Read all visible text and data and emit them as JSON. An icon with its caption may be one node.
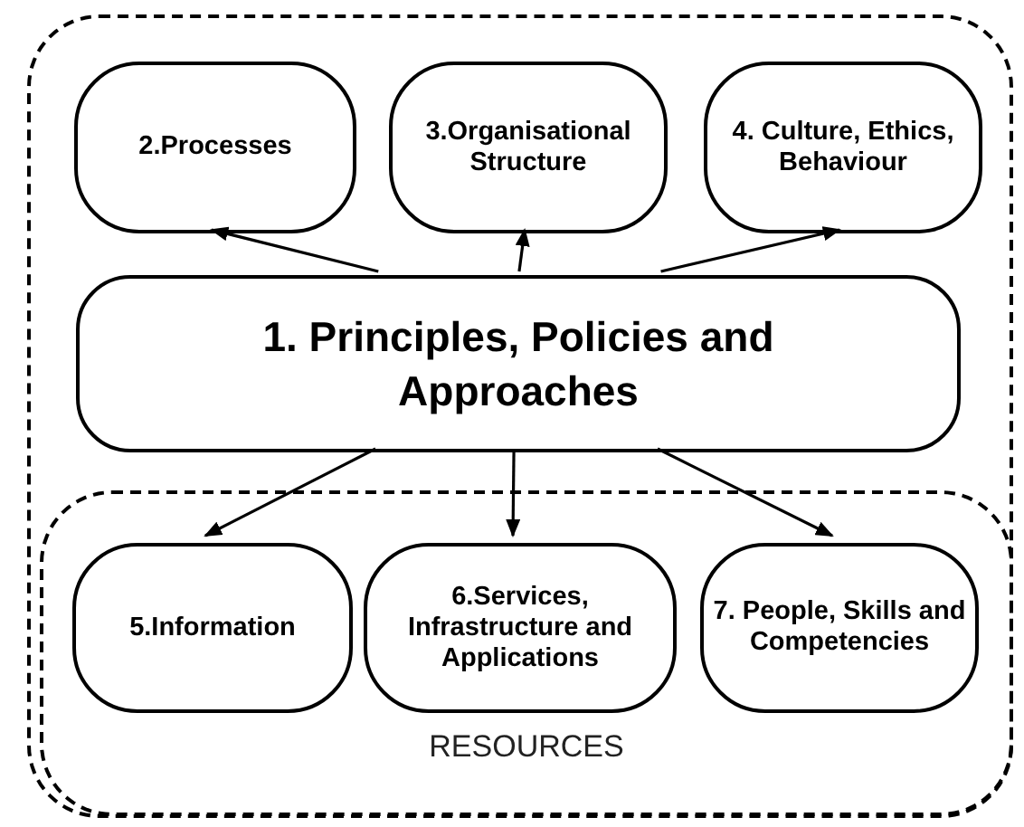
{
  "diagram": {
    "nodes": [
      {
        "text": [],
        "shape": "box"
      },
      {
        "text": [
          "2.Processes"
        ],
        "in": 0
      },
      {
        "text": [
          "3.Organisational Structure"
        ],
        "in": 0
      },
      {
        "text": [
          "4. Culture, Ethics, Behaviour"
        ],
        "in": 0
      },
      {
        "text": [
          "1. Principles, Policies and Approaches"
        ],
        "in": 0
      },
      {
        "text": [
          "RESOURCES"
        ],
        "in": 0
      },
      {
        "text": [
          "5.Information"
        ],
        "in": 5
      },
      {
        "text": [
          "6.Services, Infrastructure and Applications"
        ],
        "in": 5
      },
      {
        "text": [
          "7. People, Skills and Competencies"
        ],
        "in": 5
      }
    ],
    "edges": [
      {
        "from": 4,
        "to": 1,
        "arrow": "to"
      },
      {
        "from": 4,
        "to": 2,
        "arrow": "to"
      },
      {
        "from": 4,
        "to": 3,
        "arrow": "to"
      },
      {
        "from": 4,
        "to": 6,
        "arrow": "to"
      },
      {
        "from": 4,
        "to": 7,
        "arrow": "to"
      },
      {
        "from": 4,
        "to": 8,
        "arrow": "to"
      }
    ]
  }
}
